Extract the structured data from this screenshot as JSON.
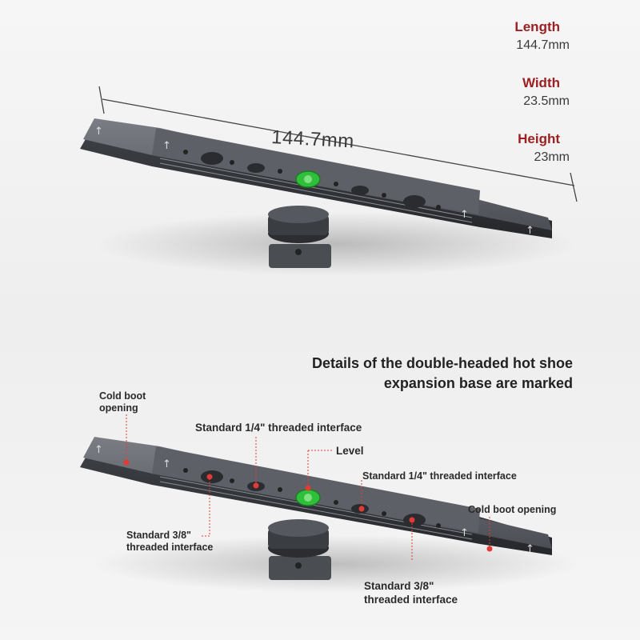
{
  "specs": [
    {
      "label": "Length",
      "value": "144.7mm"
    },
    {
      "label": "Width",
      "value": "23.5mm"
    },
    {
      "label": "Height",
      "value": "23mm"
    }
  ],
  "dimension_label": "144.7mm",
  "heading": {
    "line1": "Details of the double-headed hot shoe",
    "line2": "expansion base are marked"
  },
  "callouts": {
    "cold_boot_left_1": "Cold boot",
    "cold_boot_left_2": "opening",
    "quarter_top": "Standard 1/4\" threaded interface",
    "level": "Level",
    "quarter_right": "Standard 1/4\" threaded interface",
    "cold_boot_right": "Cold boot opening",
    "three_eighths_left_1": "Standard 3/8\"",
    "three_eighths_left_2": "threaded interface",
    "three_eighths_bottom_1": "Standard 3/8\"",
    "three_eighths_bottom_2": "threaded interface"
  },
  "colors": {
    "accent_red": "#9c1f22",
    "bubble_green": "#2fbf3a",
    "metal": "#5a5d63"
  }
}
